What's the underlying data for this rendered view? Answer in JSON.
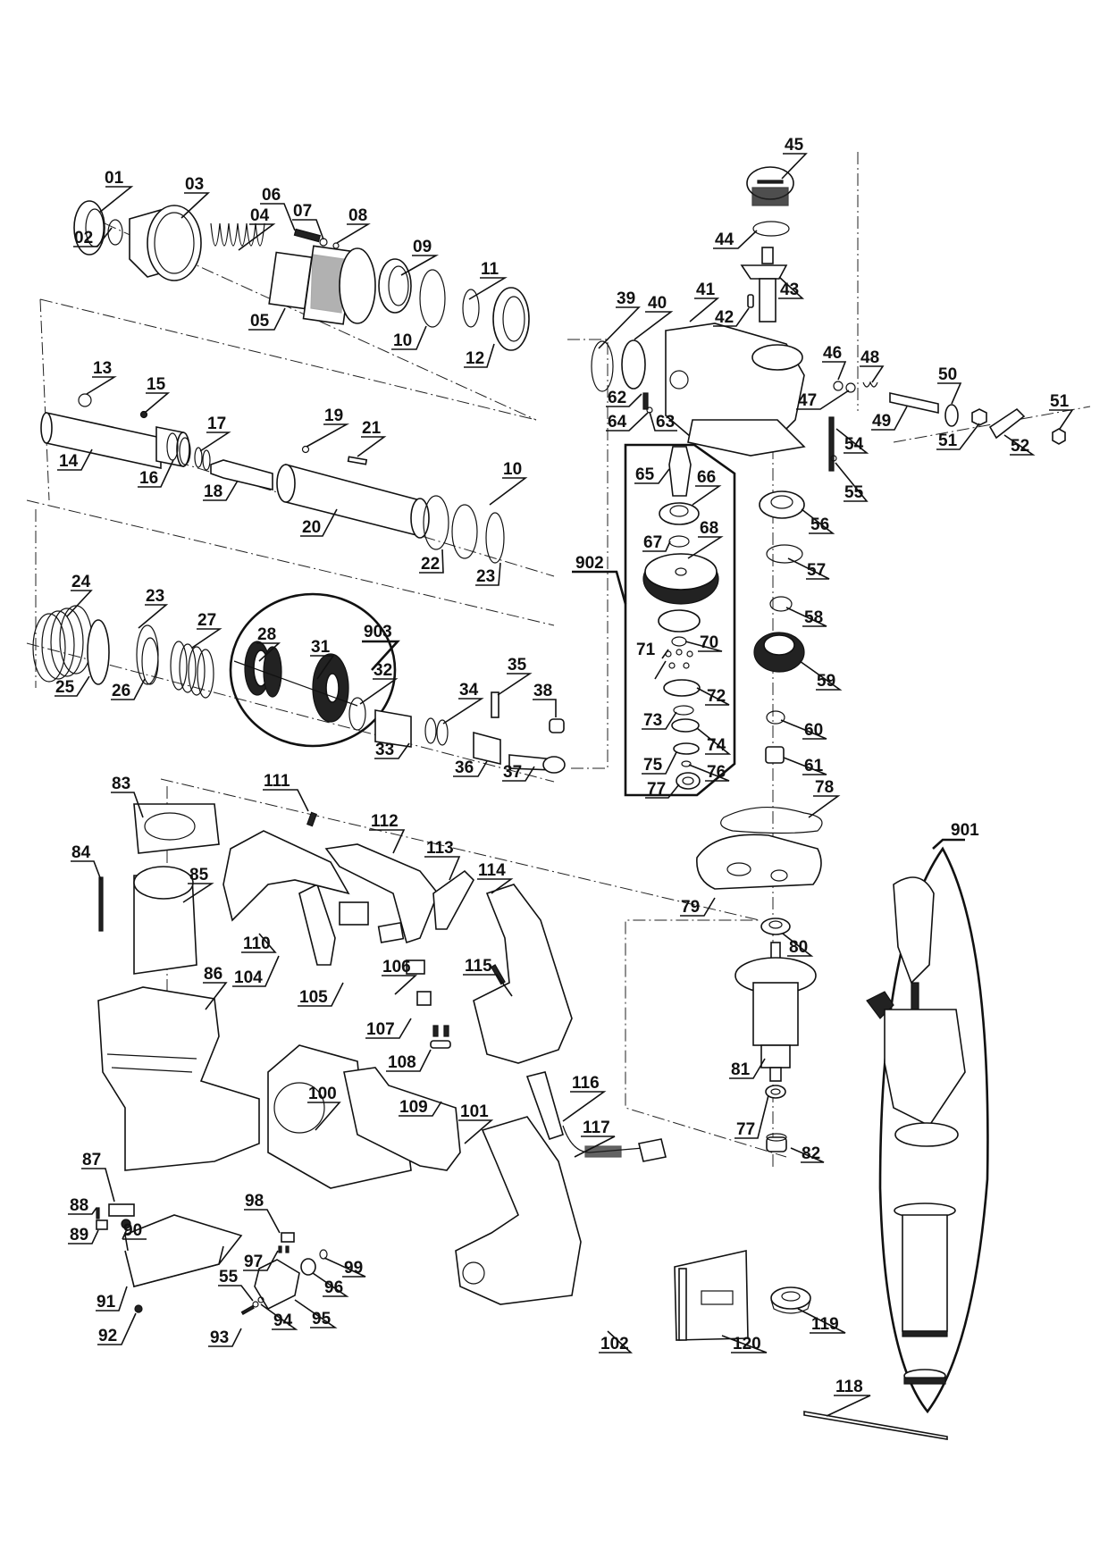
{
  "diagram": {
    "type": "exploded-parts-view",
    "subject": "rotary hammer drill",
    "part_labels": [
      "01",
      "02",
      "03",
      "04",
      "05",
      "06",
      "07",
      "08",
      "09",
      "10",
      "11",
      "12",
      "13",
      "14",
      "15",
      "16",
      "17",
      "18",
      "19",
      "20",
      "21",
      "22",
      "23",
      "24",
      "25",
      "26",
      "27",
      "28",
      "31",
      "32",
      "33",
      "34",
      "35",
      "36",
      "37",
      "38",
      "39",
      "40",
      "41",
      "42",
      "43",
      "44",
      "45",
      "46",
      "47",
      "48",
      "49",
      "50",
      "51",
      "52",
      "54",
      "55",
      "56",
      "57",
      "58",
      "59",
      "60",
      "61",
      "62",
      "63",
      "64",
      "65",
      "66",
      "67",
      "68",
      "70",
      "71",
      "72",
      "73",
      "74",
      "75",
      "76",
      "77",
      "78",
      "79",
      "80",
      "81",
      "82",
      "83",
      "84",
      "85",
      "86",
      "87",
      "88",
      "89",
      "90",
      "91",
      "92",
      "93",
      "94",
      "95",
      "96",
      "97",
      "98",
      "99",
      "100",
      "101",
      "102",
      "104",
      "105",
      "106",
      "107",
      "108",
      "109",
      "110",
      "111",
      "112",
      "113",
      "114",
      "115",
      "116",
      "117",
      "118",
      "119",
      "120"
    ],
    "assembly_groups": [
      {
        "label": "901",
        "members": [
          "auxiliary handle assembly"
        ]
      },
      {
        "label": "902",
        "members": [
          "65",
          "66",
          "67",
          "68",
          "70",
          "71",
          "72",
          "73",
          "74",
          "75",
          "76",
          "77"
        ]
      },
      {
        "label": "903",
        "members": [
          "28",
          "31"
        ]
      }
    ],
    "labels": {
      "l01": "01",
      "l02": "02",
      "l03": "03",
      "l04": "04",
      "l05": "05",
      "l06": "06",
      "l07": "07",
      "l08": "08",
      "l09": "09",
      "l10a": "10",
      "l10b": "10",
      "l11": "11",
      "l12": "12",
      "l13": "13",
      "l14": "14",
      "l15": "15",
      "l16": "16",
      "l17": "17",
      "l18": "18",
      "l19": "19",
      "l20": "20",
      "l21": "21",
      "l22": "22",
      "l23a": "23",
      "l23b": "23",
      "l24": "24",
      "l25": "25",
      "l26": "26",
      "l27": "27",
      "l28": "28",
      "l31": "31",
      "l32": "32",
      "l33": "33",
      "l34": "34",
      "l35": "35",
      "l36": "36",
      "l37": "37",
      "l38": "38",
      "l39": "39",
      "l40": "40",
      "l41": "41",
      "l42": "42",
      "l43": "43",
      "l44": "44",
      "l45": "45",
      "l46": "46",
      "l47": "47",
      "l48": "48",
      "l49": "49",
      "l50": "50",
      "l51a": "51",
      "l51b": "51",
      "l52": "52",
      "l54": "54",
      "l55a": "55",
      "l55b": "55",
      "l56": "56",
      "l57": "57",
      "l58": "58",
      "l59": "59",
      "l60": "60",
      "l61": "61",
      "l62": "62",
      "l63": "63",
      "l64": "64",
      "l65": "65",
      "l66": "66",
      "l67": "67",
      "l68": "68",
      "l70": "70",
      "l71": "71",
      "l72": "72",
      "l73": "73",
      "l74": "74",
      "l75": "75",
      "l76": "76",
      "l77a": "77",
      "l77b": "77",
      "l78": "78",
      "l79": "79",
      "l80": "80",
      "l81": "81",
      "l82": "82",
      "l83": "83",
      "l84": "84",
      "l85": "85",
      "l86": "86",
      "l87": "87",
      "l88": "88",
      "l89": "89",
      "l90": "90",
      "l91": "91",
      "l92": "92",
      "l93": "93",
      "l94": "94",
      "l95": "95",
      "l96": "96",
      "l97": "97",
      "l98": "98",
      "l99": "99",
      "l100": "100",
      "l101": "101",
      "l102": "102",
      "l104": "104",
      "l105": "105",
      "l106": "106",
      "l107": "107",
      "l108": "108",
      "l109": "109",
      "l110": "110",
      "l111": "111",
      "l112": "112",
      "l113": "113",
      "l114": "114",
      "l115": "115",
      "l116": "116",
      "l117": "117",
      "l118": "118",
      "l119": "119",
      "l120": "120",
      "l901": "901",
      "l902": "902",
      "l903": "903"
    }
  }
}
